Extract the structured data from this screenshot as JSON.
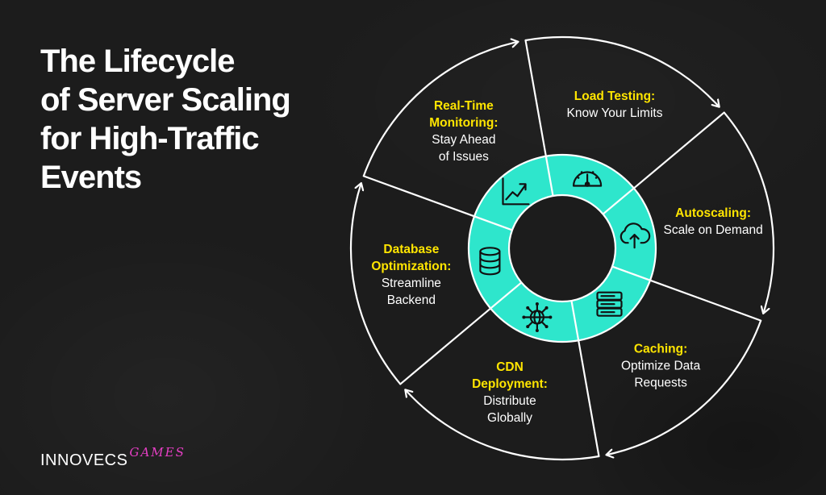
{
  "title": {
    "lines": [
      "The Lifecycle",
      "of Server Scaling",
      "for High-Traffic",
      "Events"
    ]
  },
  "logo": {
    "main": "INNOVECS",
    "accent": "GAMES"
  },
  "colors": {
    "background": "#1c1c1c",
    "ring": "#2ee6cc",
    "heading": "#ffe500",
    "text": "#ffffff",
    "accent": "#e83fc6"
  },
  "stages": [
    {
      "head": [
        "Load Testing:"
      ],
      "sub": [
        "Know Your Limits"
      ],
      "icon": "speedometer-icon"
    },
    {
      "head": [
        "Autoscaling:"
      ],
      "sub": [
        "Scale on Demand"
      ],
      "icon": "cloud-upload-icon"
    },
    {
      "head": [
        "Caching:"
      ],
      "sub": [
        "Optimize Data",
        "Requests"
      ],
      "icon": "server-stack-icon"
    },
    {
      "head": [
        "CDN",
        "Deployment:"
      ],
      "sub": [
        "Distribute",
        "Globally"
      ],
      "icon": "network-globe-icon"
    },
    {
      "head": [
        "Database",
        "Optimization:"
      ],
      "sub": [
        "Streamline",
        "Backend"
      ],
      "icon": "database-icon"
    },
    {
      "head": [
        "Real-Time",
        "Monitoring:"
      ],
      "sub": [
        "Stay Ahead",
        "of Issues"
      ],
      "icon": "trend-chart-icon"
    }
  ]
}
